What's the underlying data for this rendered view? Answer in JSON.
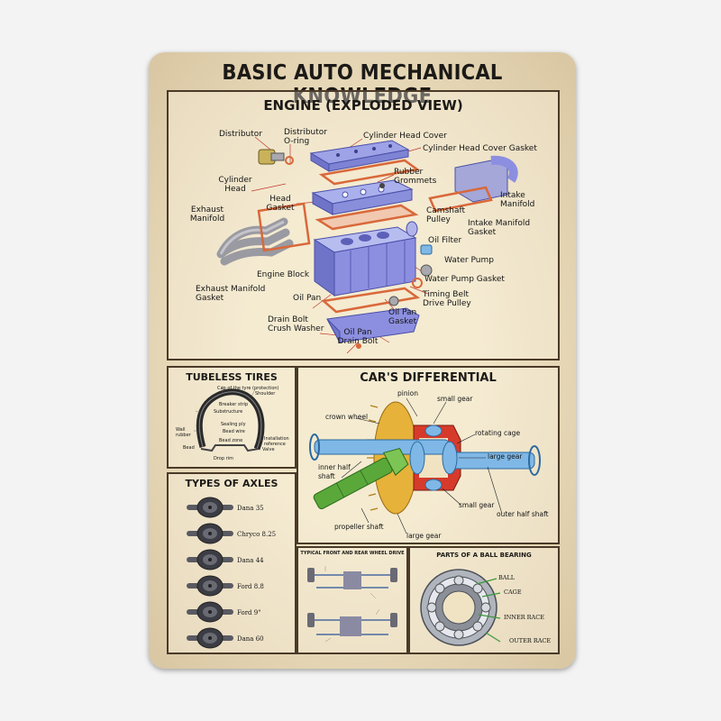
{
  "title": "BASIC AUTO MECHANICAL KNOWLEDGE",
  "engine": {
    "title": "ENGINE (EXPLODED VIEW)",
    "labels": {
      "distributor": "Distributor",
      "distributor_oring": "Distributor O-ring",
      "cyl_head_cover": "Cylinder Head Cover",
      "cyl_head_cover_gasket": "Cylinder Head Cover Gasket",
      "cylinder_head": "Cylinder Head",
      "rubber_grommets": "Rubber Grommets",
      "exhaust_manifold": "Exhaust Manifold",
      "head_gasket": "Head Gasket",
      "intake_manifold": "Intake Manifold",
      "camshaft_pulley": "Camshaft Pulley",
      "intake_manifold_gasket": "Intake Manifold Gasket",
      "oil_filter": "Oil Filter",
      "water_pump": "Water Pump",
      "engine_block": "Engine Block",
      "water_pump_gasket": "Water Pump Gasket",
      "exhaust_manifold_gasket": "Exhaust Manifold Gasket",
      "oil_pan": "Oil Pan",
      "timing_belt": "Timing Belt Drive Pulley",
      "oil_pan_gasket": "Oil Pan Gasket",
      "drain_bolt_washer": "Drain Bolt Crush Washer",
      "oil_pan_drain_bolt": "Oil Pan Drain Bolt"
    }
  },
  "tires": {
    "title": "TUBELESS TIRES",
    "labels": [
      "Cap of the tyre (protection)",
      "Shoulder",
      "Breaker strip",
      "Substructure",
      "Sealing ply",
      "Bead wire",
      "Bead zone",
      "Wall rubber",
      "Installation reference",
      "Valve",
      "Drop rim",
      "Bead"
    ]
  },
  "axles": {
    "title": "TYPES OF AXLES",
    "items": [
      "Dana 35",
      "Chryco 8.25",
      "Dana 44",
      "Ford 8.8",
      "Ford 9\"",
      "Dana 60"
    ]
  },
  "differential": {
    "title": "CAR'S DIFFERENTIAL",
    "labels": {
      "pinion": "pinion",
      "small_gear_top": "small gear",
      "crown_wheel": "crown wheel",
      "rotating_cage": "rotating cage",
      "large_gear_right": "large gear",
      "inner_half_shaft": "inner half shaft",
      "small_gear_bottom": "small gear",
      "outer_half_shaft": "outer half shaft",
      "propeller_shaft": "propeller shaft",
      "large_gear_bottom": "large gear"
    }
  },
  "drive": {
    "title": "TYPICAL FRONT AND REAR WHEEL DRIVE"
  },
  "bearing": {
    "title": "PARTS OF A BALL BEARING",
    "labels": [
      "BALL",
      "CAGE",
      "INNER RACE",
      "OUTER RACE"
    ]
  },
  "colors": {
    "paper": "#efe3c4",
    "border": "#4a3a28",
    "engine_blue": "#8c8fe0",
    "gasket_orange": "#d9683a",
    "metal_gray": "#a8a8ae",
    "gear_yellow": "#e6b23a",
    "shaft_blue": "#7fb8e6",
    "gear_green": "#5aa83a",
    "cage_red": "#d63a2a"
  }
}
